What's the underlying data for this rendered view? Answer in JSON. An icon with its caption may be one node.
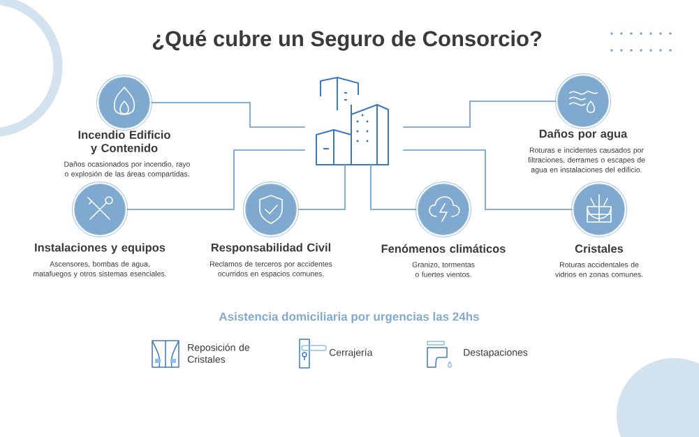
{
  "diagram": {
    "title": "¿Qué cubre un Seguro de Consorcio?",
    "nodes": [
      {
        "text": [],
        "shape": "picture"
      },
      {
        "text": [
          "Incendio Edificio y Contenido",
          "Daños ocasionados por incendio, rayo o explosión de las áreas compartidas."
        ]
      },
      {
        "text": [
          "Daños por agua",
          "Roturas e incidentes causados por filtraciones, derrames o escapes de agua en instalaciones del edificio."
        ]
      },
      {
        "text": [
          "Instalaciones y equipos",
          "Ascensores, bombas de agua, matafuegos y otros sistemas esenciales."
        ]
      },
      {
        "text": [
          "Responsabilidad Civil",
          "Reclamos de terceros por accidentes ocurridos en espacios comunes."
        ]
      },
      {
        "text": [
          "Fenómenos climáticos",
          "Granizo, tormentas o fuertes vientos."
        ]
      },
      {
        "text": [
          "Cristales",
          "Roturas accidentales de vidrios en zonas comunes."
        ]
      }
    ],
    "edges": [
      {
        "from": 0,
        "to": 1,
        "arrow": "none"
      },
      {
        "from": 0,
        "to": 2,
        "arrow": "none"
      },
      {
        "from": 0,
        "to": 3,
        "arrow": "none"
      },
      {
        "from": 0,
        "to": 4,
        "arrow": "none"
      },
      {
        "from": 0,
        "to": 5,
        "arrow": "none"
      },
      {
        "from": 0,
        "to": 6,
        "arrow": "none"
      }
    ],
    "labels": [
      "Asistencia domiciliaria por urgencias las 24hs",
      "Reposición de Cristales",
      "Cerrajería",
      "Destapaciones"
    ]
  }
}
